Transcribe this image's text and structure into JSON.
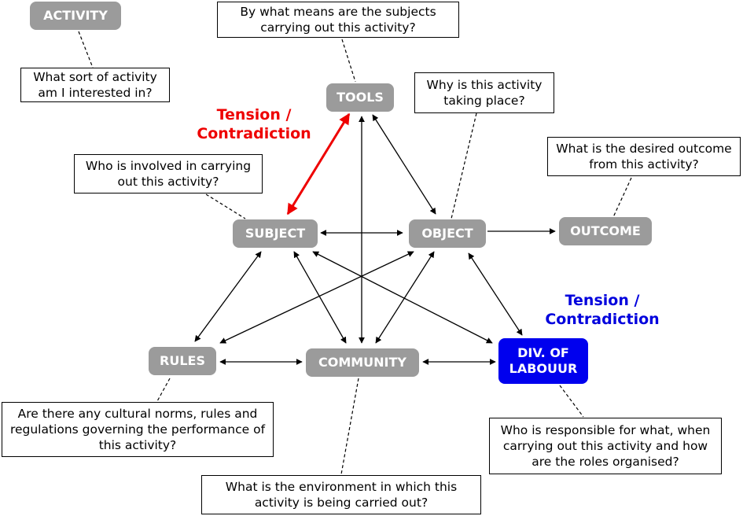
{
  "nodes": {
    "activity": "ACTIVITY",
    "tools": "TOOLS",
    "subject": "SUBJECT",
    "object": "OBJECT",
    "outcome": "OUTCOME",
    "rules": "RULES",
    "community": "COMMUNITY",
    "division_of_labour": "DIV. OF LABOUUR"
  },
  "questions": {
    "activity": "What sort of activity am I interested in?",
    "tools": "By what means are the subjects carrying out this activity?",
    "object": "Why is this activity taking place?",
    "outcome": "What is the desired outcome from this activity?",
    "subject": "Who is involved in carrying out this activity?",
    "rules": "Are there any cultural norms, rules and regulations governing the performance of this activity?",
    "community": "What is the environment in which this activity is being carried out?",
    "division_of_labour": "Who is responsible for what, when carrying out this activity and how are the roles organised?"
  },
  "tensions": {
    "subject_tools": "Tension / Contradiction",
    "division_of_labour": "Tension / Contradiction"
  },
  "colors": {
    "node": "#9b9b9b",
    "highlight_node": "#0000ee",
    "tension_red": "#ee0000",
    "tension_blue": "#0000dd",
    "arrow": "#000000"
  }
}
